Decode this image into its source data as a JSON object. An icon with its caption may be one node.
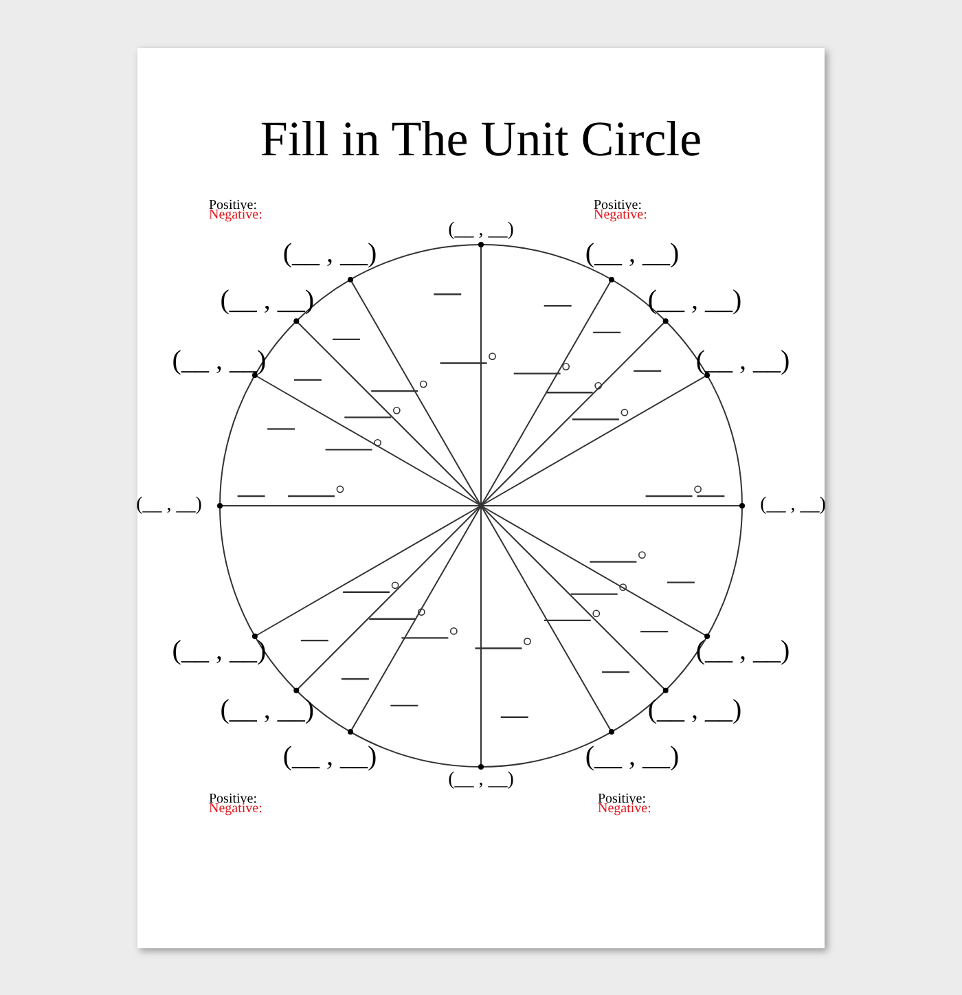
{
  "diagram": {
    "title": "Fill in The Unit Circle",
    "labels": [
      "Positive:",
      "Negative:",
      "Positive:",
      "Negative:",
      "(__ , __)",
      "(__ , __)",
      "(__ , __)",
      "(__ , __)",
      "(__ , __)",
      "(__ , __)",
      "(__ , __)",
      "(__ , __)",
      "(__ , __)",
      "(__ , __)",
      "(__ , __)",
      "(__ , __)",
      "(__ , __)",
      "(__ , __)",
      "(__ , __)",
      "(__ , __)",
      "Positive:",
      "Negative:",
      "Positive:",
      "Negative:"
    ]
  }
}
